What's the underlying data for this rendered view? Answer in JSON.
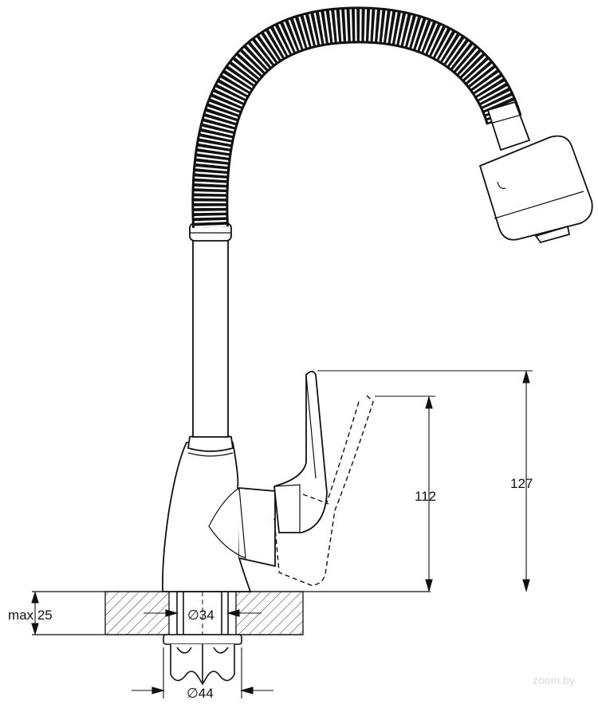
{
  "dimensions": {
    "handle_height_raised": "127",
    "handle_height_lowered": "112",
    "max_deck_thickness": "max 25",
    "hole_diameter": "∅34",
    "base_diameter": "∅44"
  },
  "watermark": "zoom.by"
}
